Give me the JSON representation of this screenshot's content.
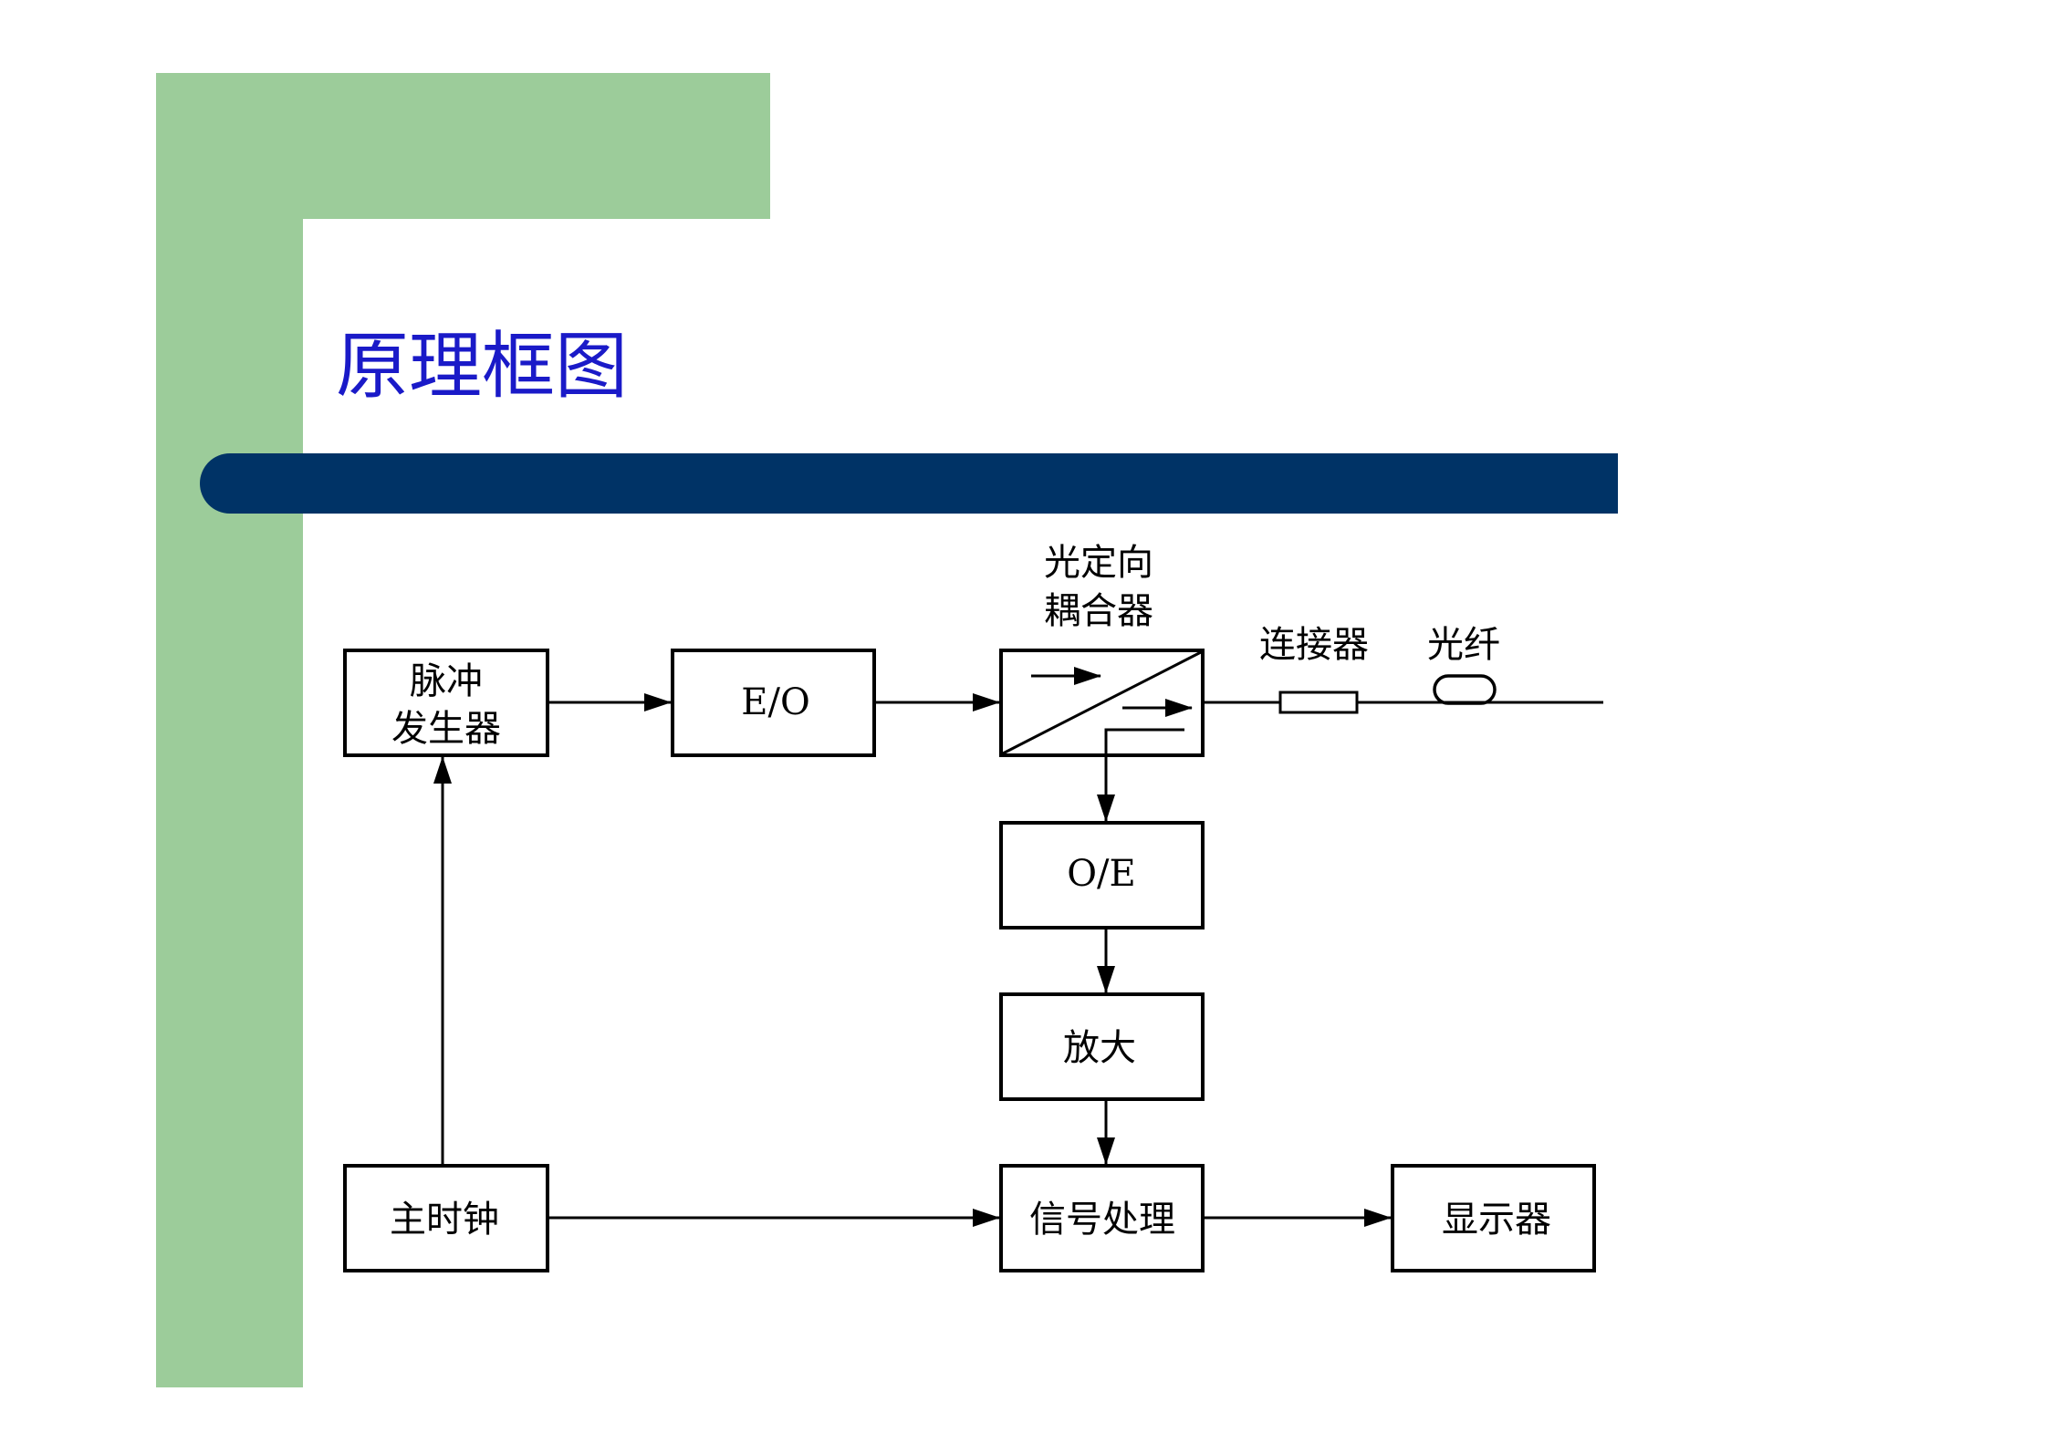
{
  "slide": {
    "title": "原理框图",
    "accent_color": "#9ccc9a",
    "bar_color": "#003366",
    "title_color": "#1a1ac8"
  },
  "diagram": {
    "pulse_generator": [
      "脉冲",
      "发生器"
    ],
    "eo": "E/O",
    "coupler_label": [
      "光定向",
      "耦合器"
    ],
    "connector": "连接器",
    "fiber": "光纤",
    "oe": "O/E",
    "amplifier": "放大",
    "master_clock": "主时钟",
    "signal_processing": "信号处理",
    "display": "显示器"
  }
}
